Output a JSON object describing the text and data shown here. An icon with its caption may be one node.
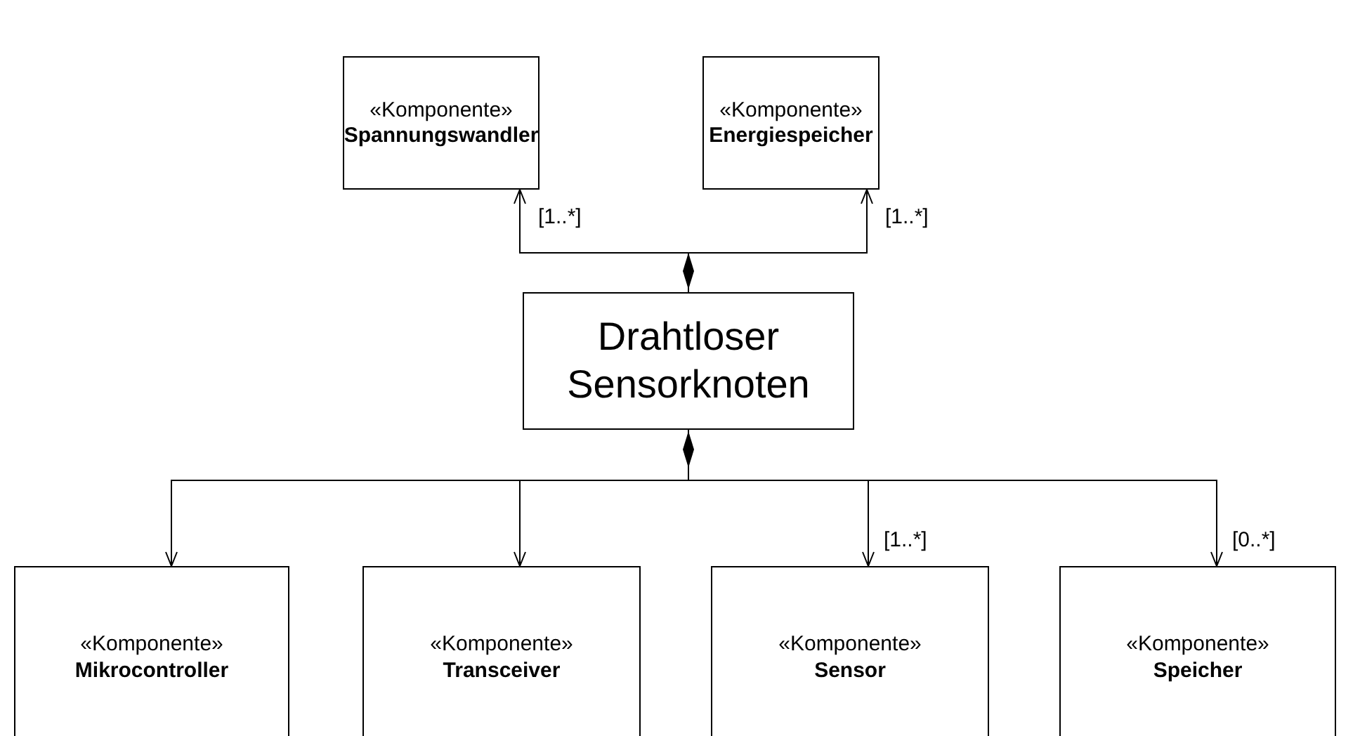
{
  "diagram": {
    "nodes": [
      {
        "text": [
          "«Komponente»",
          "Spannungswandler"
        ]
      },
      {
        "text": [
          "«Komponente»",
          "Energiespeicher"
        ]
      },
      {
        "text": [
          "Drahtloser Sensorknoten"
        ]
      },
      {
        "text": [
          "«Komponente»",
          "Mikrocontroller"
        ]
      },
      {
        "text": [
          "«Komponente»",
          "Transceiver"
        ]
      },
      {
        "text": [
          "«Komponente»",
          "Sensor"
        ]
      },
      {
        "text": [
          "«Komponente»",
          "Speicher"
        ]
      }
    ],
    "edges": [
      {
        "from": 2,
        "to": 0,
        "arrow": "to",
        "label": "[1..*]"
      },
      {
        "from": 2,
        "to": 1,
        "arrow": "to",
        "label": "[1..*]"
      },
      {
        "from": 2,
        "to": 3,
        "arrow": "to"
      },
      {
        "from": 2,
        "to": 4,
        "arrow": "to"
      },
      {
        "from": 2,
        "to": 5,
        "arrow": "to",
        "label": "[1..*]"
      },
      {
        "from": 2,
        "to": 6,
        "arrow": "to",
        "label": "[0..*]"
      }
    ]
  }
}
